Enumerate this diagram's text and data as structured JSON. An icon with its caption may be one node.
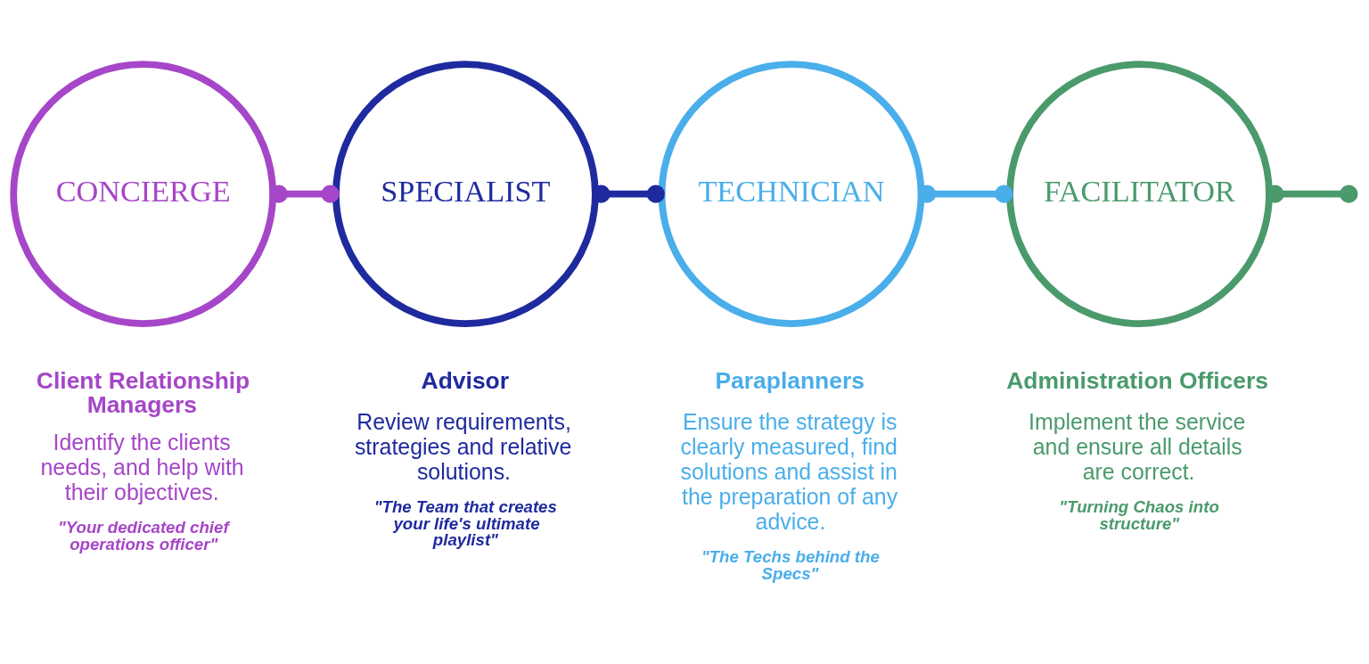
{
  "diagram": {
    "nodes": [
      {
        "text": [
          "CONCIERGE"
        ],
        "beside": [
          "Client Relationship Managers",
          "Identify the clients needs, and help with their objectives.",
          "\"Your dedicated chief operations officer\""
        ]
      },
      {
        "text": [
          "SPECIALIST"
        ],
        "beside": [
          "Advisor",
          "Review requirements, strategies and relative solutions.",
          "\"The Team that creates your life's ultimate playlist\""
        ]
      },
      {
        "text": [
          "TECHNICIAN"
        ],
        "beside": [
          "Paraplanners",
          "Ensure the strategy is clearly measured, find solutions and assist in the preparation of any advice.",
          "\"The Techs behind the Specs\""
        ]
      },
      {
        "text": [
          "FACILITATOR"
        ],
        "beside": [
          "Administration Officers",
          "Implement the service and ensure all details are correct.",
          "\"Turning Chaos into structure\""
        ]
      }
    ],
    "edges": [
      {
        "from": 0,
        "to": 1,
        "arrow": "other",
        "color": "#a646c8"
      },
      {
        "from": 1,
        "to": 2,
        "arrow": "other",
        "color": "#1e2a9e"
      },
      {
        "from": 2,
        "to": 3,
        "arrow": "other",
        "color": "#4aaeea"
      },
      {
        "from": 3,
        "to": null,
        "arrow": "other",
        "color": "#4a9a6c"
      }
    ]
  }
}
